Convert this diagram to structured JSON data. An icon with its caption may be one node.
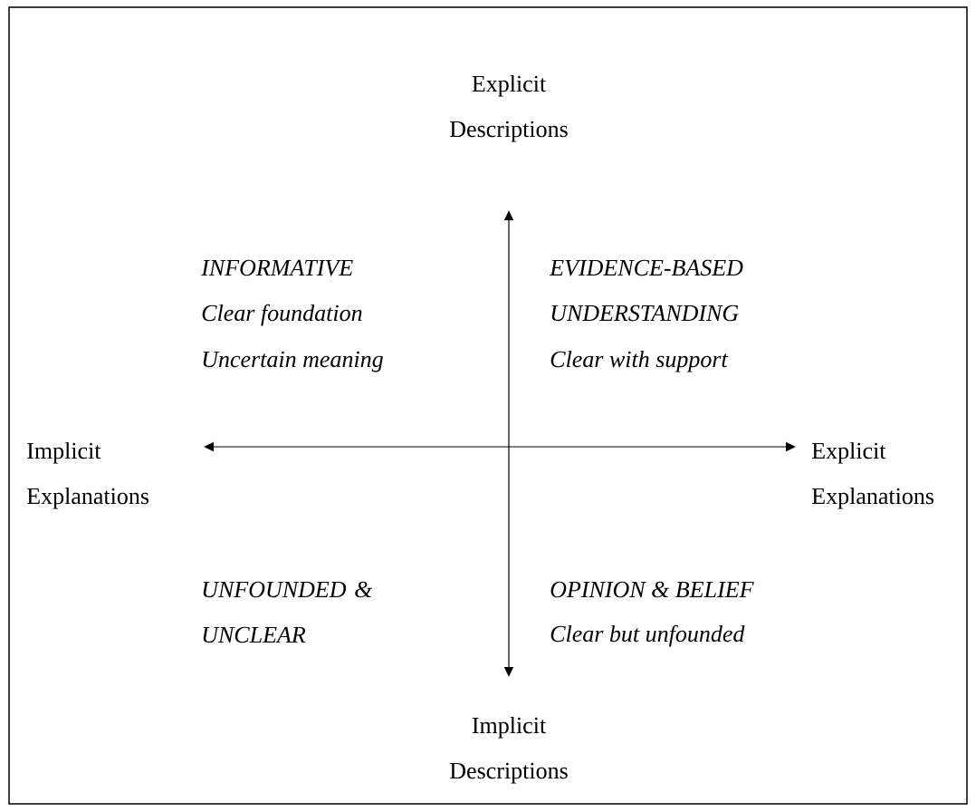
{
  "diagram": {
    "labels": [
      "Explicit Descriptions",
      "INFORMATIVE",
      "Clear foundation",
      "Uncertain meaning",
      "EVIDENCE-BASED UNDERSTANDING",
      "Clear with support",
      "Implicit Explanations",
      "Explicit Explanations",
      "UNFOUNDED & UNCLEAR",
      "OPINION & BELIEF",
      "Clear but unfounded",
      "Implicit Descriptions"
    ]
  }
}
